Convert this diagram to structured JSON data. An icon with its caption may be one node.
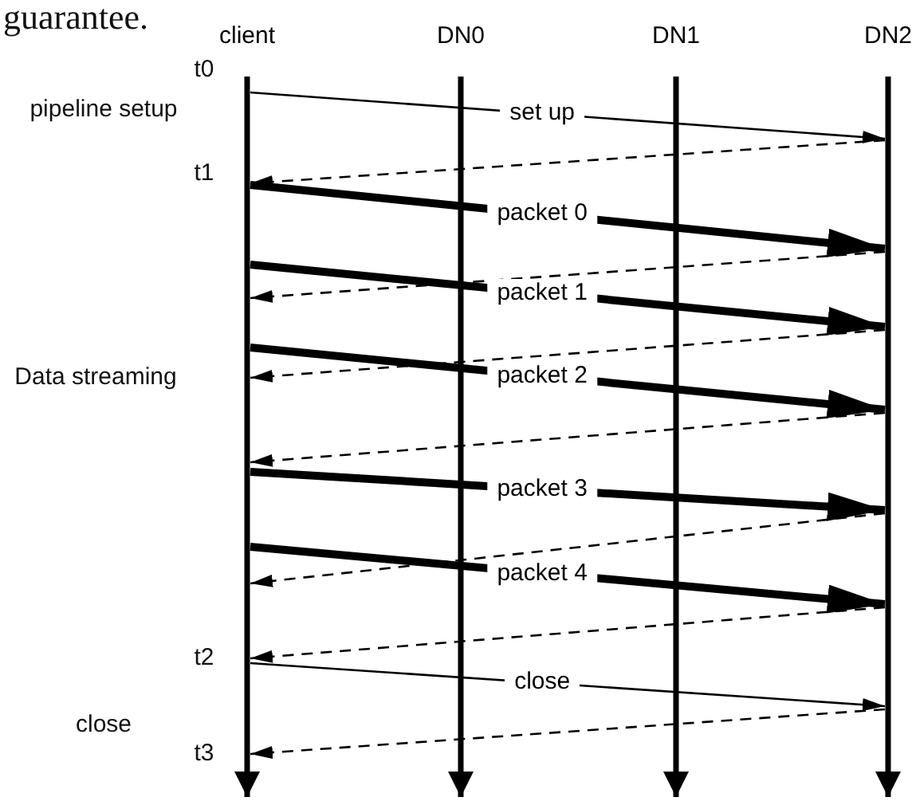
{
  "diagram": {
    "nodes": [
      {
        "text": [
          "client"
        ]
      },
      {
        "text": [
          "DN0"
        ]
      },
      {
        "text": [
          "DN1"
        ]
      },
      {
        "text": [
          "DN2"
        ]
      }
    ],
    "edges": [
      {
        "from": 0,
        "to": 3,
        "arrow": "to",
        "label": "set up"
      },
      {
        "from": 3,
        "to": 0,
        "arrow": "to",
        "style": "dashed"
      },
      {
        "from": 0,
        "to": 3,
        "arrow": "to",
        "label": "packet 0",
        "style": "thick"
      },
      {
        "from": 3,
        "to": 0,
        "arrow": "to",
        "style": "dashed"
      },
      {
        "from": 0,
        "to": 3,
        "arrow": "to",
        "label": "packet 1",
        "style": "thick"
      },
      {
        "from": 3,
        "to": 0,
        "arrow": "to",
        "style": "dashed"
      },
      {
        "from": 0,
        "to": 3,
        "arrow": "to",
        "label": "packet 2",
        "style": "thick"
      },
      {
        "from": 3,
        "to": 0,
        "arrow": "to",
        "style": "dashed"
      },
      {
        "from": 0,
        "to": 3,
        "arrow": "to",
        "label": "packet 3",
        "style": "thick"
      },
      {
        "from": 3,
        "to": 0,
        "arrow": "to",
        "style": "dashed"
      },
      {
        "from": 0,
        "to": 3,
        "arrow": "to",
        "label": "packet 4",
        "style": "thick"
      },
      {
        "from": 3,
        "to": 0,
        "arrow": "to",
        "style": "dashed"
      },
      {
        "from": 0,
        "to": 3,
        "arrow": "to",
        "label": "close"
      },
      {
        "from": 3,
        "to": 0,
        "arrow": "to",
        "style": "dashed"
      }
    ],
    "labels": [
      "guarantee.",
      "t0",
      "pipeline setup",
      "t1",
      "Data streaming",
      "t2",
      "close",
      "t3"
    ]
  }
}
